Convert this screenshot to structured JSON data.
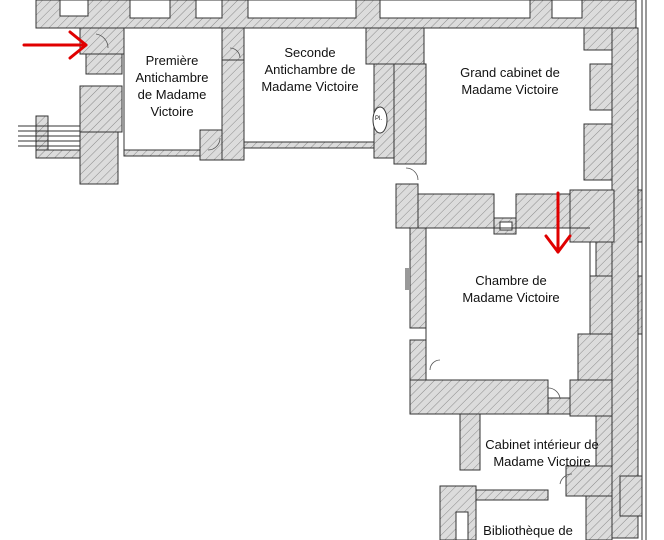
{
  "rooms": {
    "premiere": "Première\nAntichambre\nde Madame\nVictoire",
    "seconde": "Seconde\nAntichambre de\nMadame Victoire",
    "grand_cabinet": "Grand cabinet de\nMadame Victoire",
    "chambre": "Chambre de\nMadame Victoire",
    "cabinet_interieur": "Cabinet intérieur de\nMadame Victoire",
    "bibliotheque": "Bibliothèque de"
  },
  "marks": {
    "pl": "Pl."
  },
  "colors": {
    "wall_fill": "#d9d9d9",
    "wall_stroke": "#333333",
    "hatch": "#8a8a8a",
    "arrow": "#e00000"
  },
  "icons": {
    "entry_arrow": "arrow-right-icon",
    "entry_arrow_down": "arrow-down-icon"
  }
}
